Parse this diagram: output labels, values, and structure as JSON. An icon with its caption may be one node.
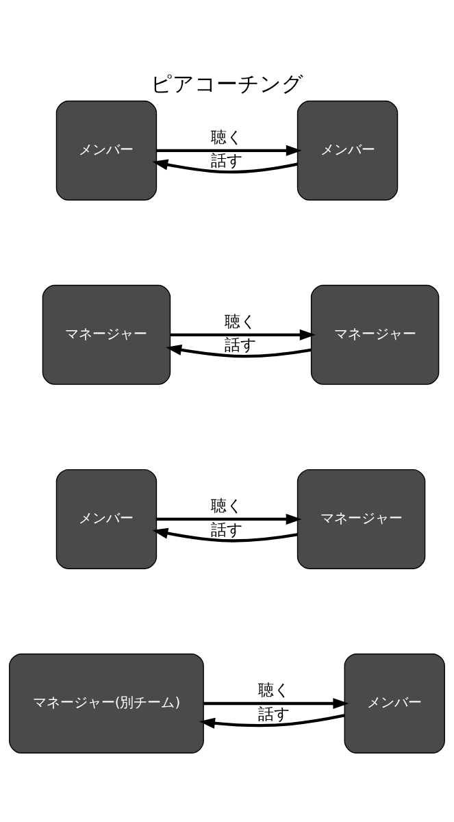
{
  "diagram": {
    "title": "ピアコーチング",
    "nodes": [
      {
        "text": [
          "メンバー"
        ]
      },
      {
        "text": [
          "メンバー"
        ]
      },
      {
        "text": [
          "マネージャー"
        ]
      },
      {
        "text": [
          "マネージャー"
        ]
      },
      {
        "text": [
          "メンバー"
        ]
      },
      {
        "text": [
          "マネージャー"
        ]
      },
      {
        "text": [
          "マネージャー(別チーム)"
        ]
      },
      {
        "text": [
          "メンバー"
        ]
      }
    ],
    "edges": [
      {
        "from": 0,
        "to": 1,
        "arrow": "to",
        "label": "聴く"
      },
      {
        "from": 1,
        "to": 0,
        "arrow": "to",
        "label": "話す"
      },
      {
        "from": 2,
        "to": 3,
        "arrow": "to",
        "label": "聴く"
      },
      {
        "from": 3,
        "to": 2,
        "arrow": "to",
        "label": "話す"
      },
      {
        "from": 4,
        "to": 5,
        "arrow": "to",
        "label": "聴く"
      },
      {
        "from": 5,
        "to": 4,
        "arrow": "to",
        "label": "話す"
      },
      {
        "from": 6,
        "to": 7,
        "arrow": "to",
        "label": "聴く"
      },
      {
        "from": 7,
        "to": 6,
        "arrow": "to",
        "label": "話す"
      }
    ]
  }
}
